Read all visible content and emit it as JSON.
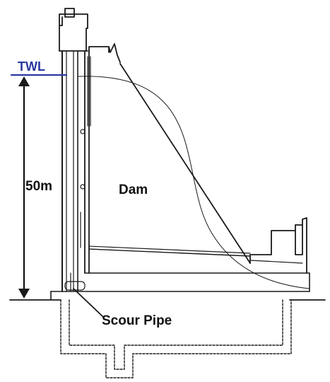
{
  "labels": {
    "twl": "TWL",
    "height": "50m",
    "dam": "Dam",
    "scour_pipe": "Scour Pipe"
  },
  "colors": {
    "twl_line": "#2a3aa0",
    "ink": "#1a1a1a"
  }
}
